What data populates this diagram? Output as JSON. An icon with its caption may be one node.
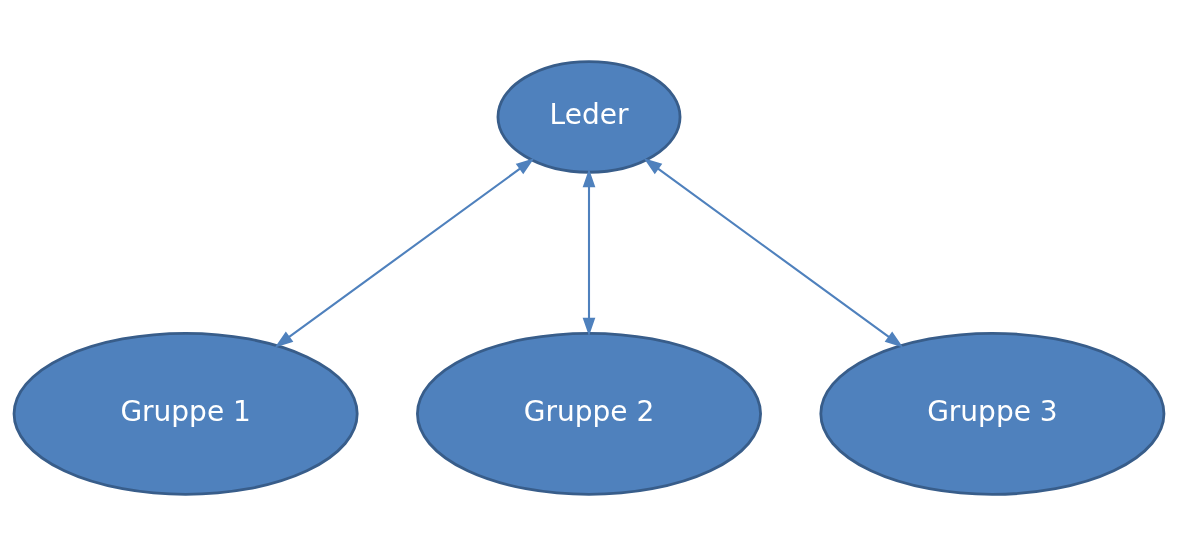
{
  "diagram": {
    "nodes": [
      {
        "text": [
          "Leder"
        ]
      },
      {
        "text": [
          "Gruppe 1"
        ]
      },
      {
        "text": [
          "Gruppe 2"
        ]
      },
      {
        "text": [
          "Gruppe 3"
        ]
      }
    ],
    "edges": [
      {
        "from": 0,
        "to": 1,
        "arrow": "both"
      },
      {
        "from": 0,
        "to": 2,
        "arrow": "both"
      },
      {
        "from": 0,
        "to": 3,
        "arrow": "both"
      }
    ]
  }
}
